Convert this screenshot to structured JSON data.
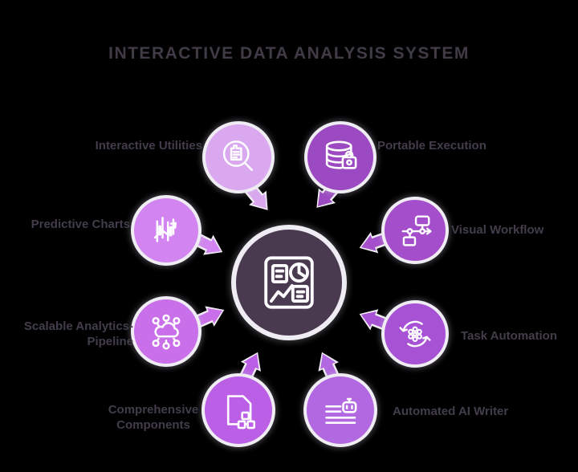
{
  "title": "INTERACTIVE DATA ANALYSIS SYSTEM",
  "colors": {
    "background": "#000000",
    "center_fill": "#4a3a50",
    "ring": "#efecf3",
    "title_text": "#403b46",
    "label_text": "#433d4b"
  },
  "center": {
    "icon": "dashboard-grid-icon"
  },
  "nodes": [
    {
      "id": "interactive-utilities",
      "label_lines": [
        "Interactive Utilities"
      ],
      "icon": "magnifier-document-icon",
      "color": "#d9a8ef"
    },
    {
      "id": "portable-execution",
      "label_lines": [
        "Portable Execution"
      ],
      "icon": "secure-database-icon",
      "color": "#9b4ac1"
    },
    {
      "id": "visual-workflow",
      "label_lines": [
        "Visual Workflow"
      ],
      "icon": "flowchart-icon",
      "color": "#a44ecb"
    },
    {
      "id": "task-automation",
      "label_lines": [
        "Task Automation"
      ],
      "icon": "sync-gear-icon",
      "color": "#a751d4"
    },
    {
      "id": "automated-ai-writer",
      "label_lines": [
        "Automated AI Writer"
      ],
      "icon": "ai-text-robot-icon",
      "color": "#b268e0"
    },
    {
      "id": "comprehensive-components",
      "label_lines": [
        "Comprehensive",
        "Components"
      ],
      "icon": "document-components-icon",
      "color": "#bb5fe6"
    },
    {
      "id": "scalable-analytics-pipeline",
      "label_lines": [
        "Scalable Analytics-",
        "Pipeline"
      ],
      "icon": "cloud-network-icon",
      "color": "#c96fe9"
    },
    {
      "id": "predictive-charts",
      "label_lines": [
        "Predictive Charts"
      ],
      "icon": "candlestick-chart-icon",
      "color": "#d285f0"
    }
  ]
}
